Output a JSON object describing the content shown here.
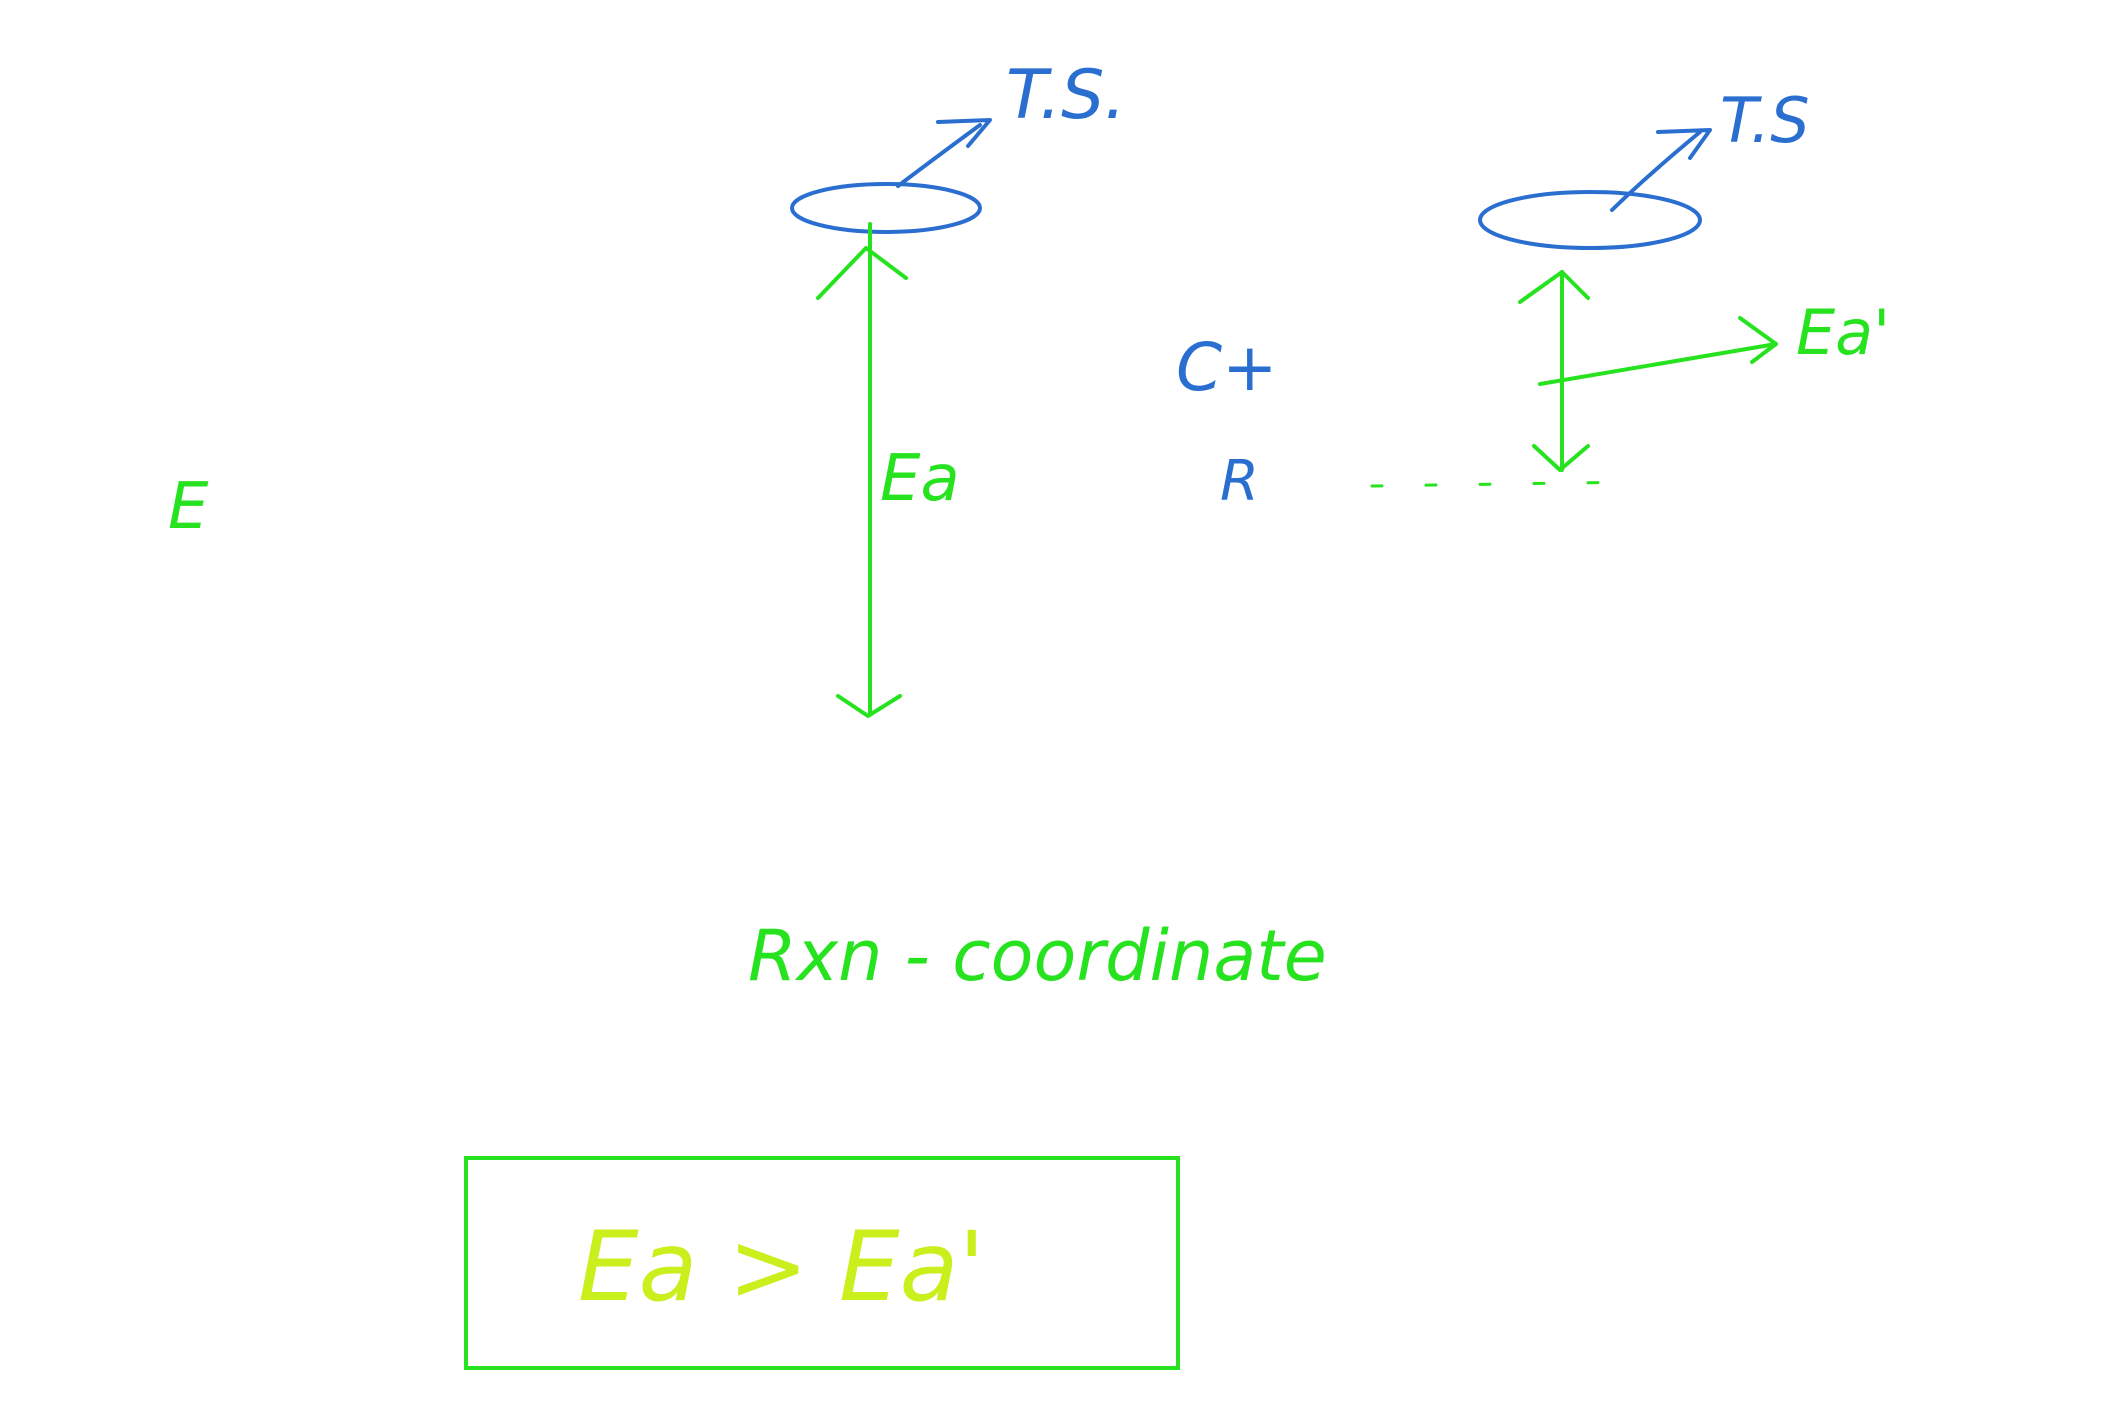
{
  "colors": {
    "green": "#27e31f",
    "blue": "#2a6fd0",
    "yellow": "#c9ef1c",
    "background": "#ffffff"
  },
  "labels": {
    "y_axis": "E",
    "x_axis": "Rxn - coordinate",
    "ts_left": "T.S.",
    "ts_right": "T.S",
    "ea_left": "Ea",
    "ea_right": "Ea'",
    "catalyst": "C+",
    "reactant": "R",
    "comparison": "Ea > Ea'"
  }
}
